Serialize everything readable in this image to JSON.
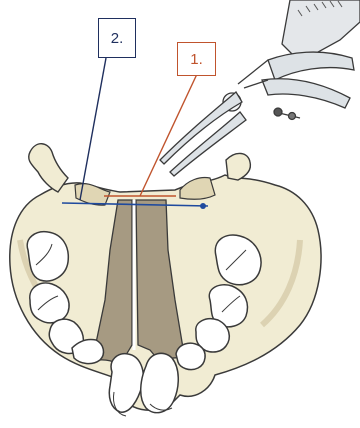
{
  "labels": [
    {
      "id": "1",
      "text": "1."
    },
    {
      "id": "2",
      "text": "2."
    }
  ],
  "colors": {
    "label_1": "#c0542d",
    "label_2": "#1f2f5e",
    "bone": "#f1ecd3",
    "bone_shade": "#e0d6b4",
    "palate_groove": "#a69a82",
    "outline": "#3a3a3a",
    "teeth": "#ffffff",
    "instrument": "#dde2e6"
  },
  "icons": {
    "instrument": "caliper-forceps-icon"
  }
}
